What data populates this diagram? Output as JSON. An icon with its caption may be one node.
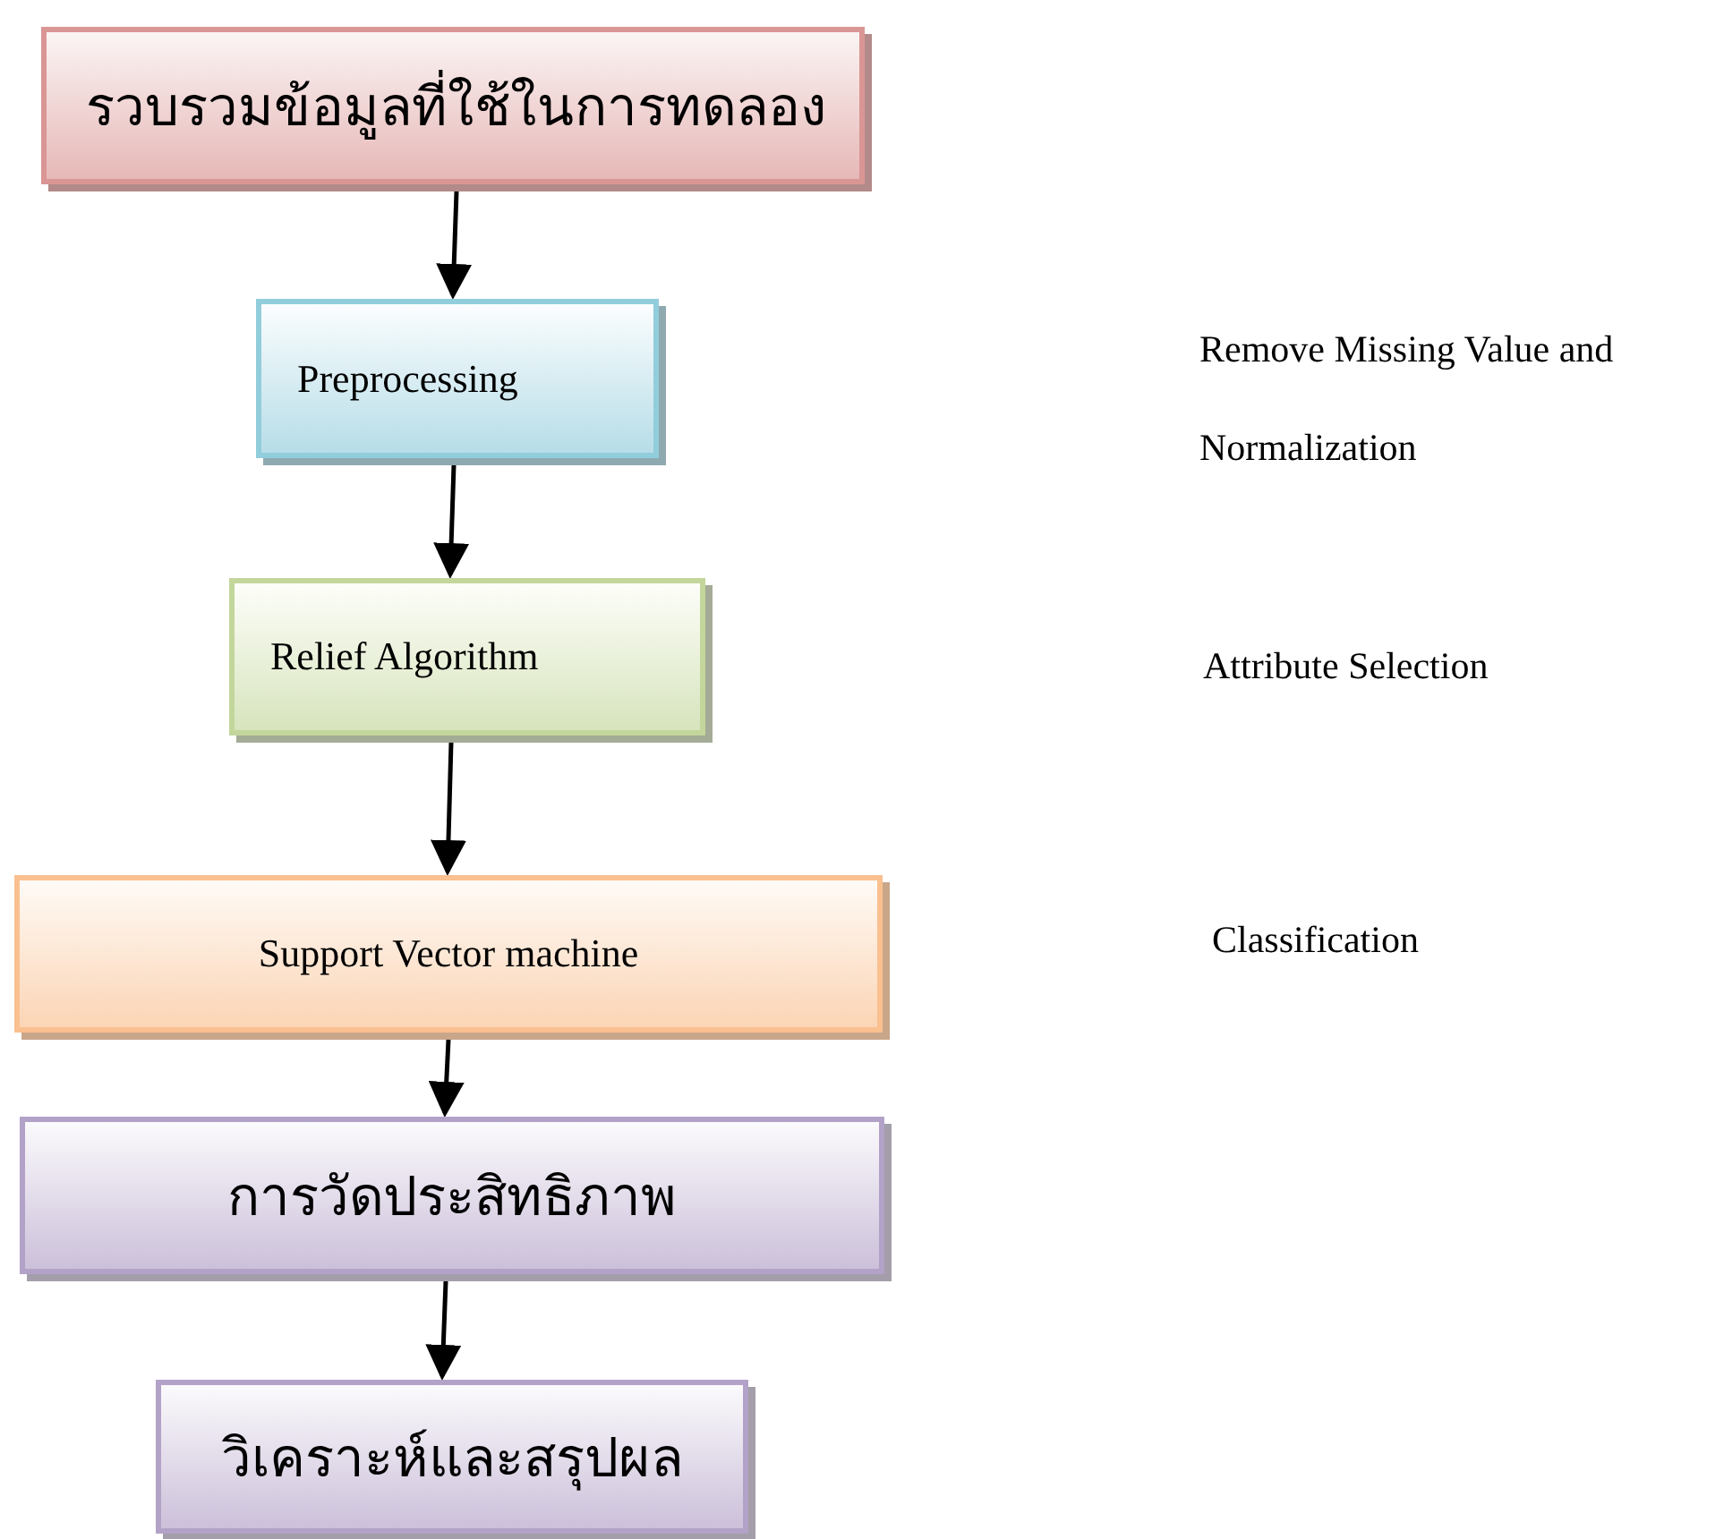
{
  "diagram": {
    "nodes": [
      {
        "text": [
          "รวบรวมข้อมูลที่ใช้ในการทดลอง"
        ]
      },
      {
        "text": [
          "Preprocessing"
        ]
      },
      {
        "text": [
          "Relief Algorithm"
        ]
      },
      {
        "text": [
          "Support Vector machine"
        ]
      },
      {
        "text": [
          "การวัดประสิทธิภาพ"
        ]
      },
      {
        "text": [
          "วิเคราะห์และสรุปผล"
        ]
      }
    ],
    "edges": [
      {
        "from": 0,
        "to": 1,
        "arrow": "to"
      },
      {
        "from": 1,
        "to": 2,
        "arrow": "to"
      },
      {
        "from": 2,
        "to": 3,
        "arrow": "to"
      },
      {
        "from": 3,
        "to": 4,
        "arrow": "to"
      },
      {
        "from": 4,
        "to": 5,
        "arrow": "to"
      }
    ],
    "labels": [
      "Remove Missing Value and Normalization",
      "Attribute Selection",
      "Classification"
    ]
  }
}
